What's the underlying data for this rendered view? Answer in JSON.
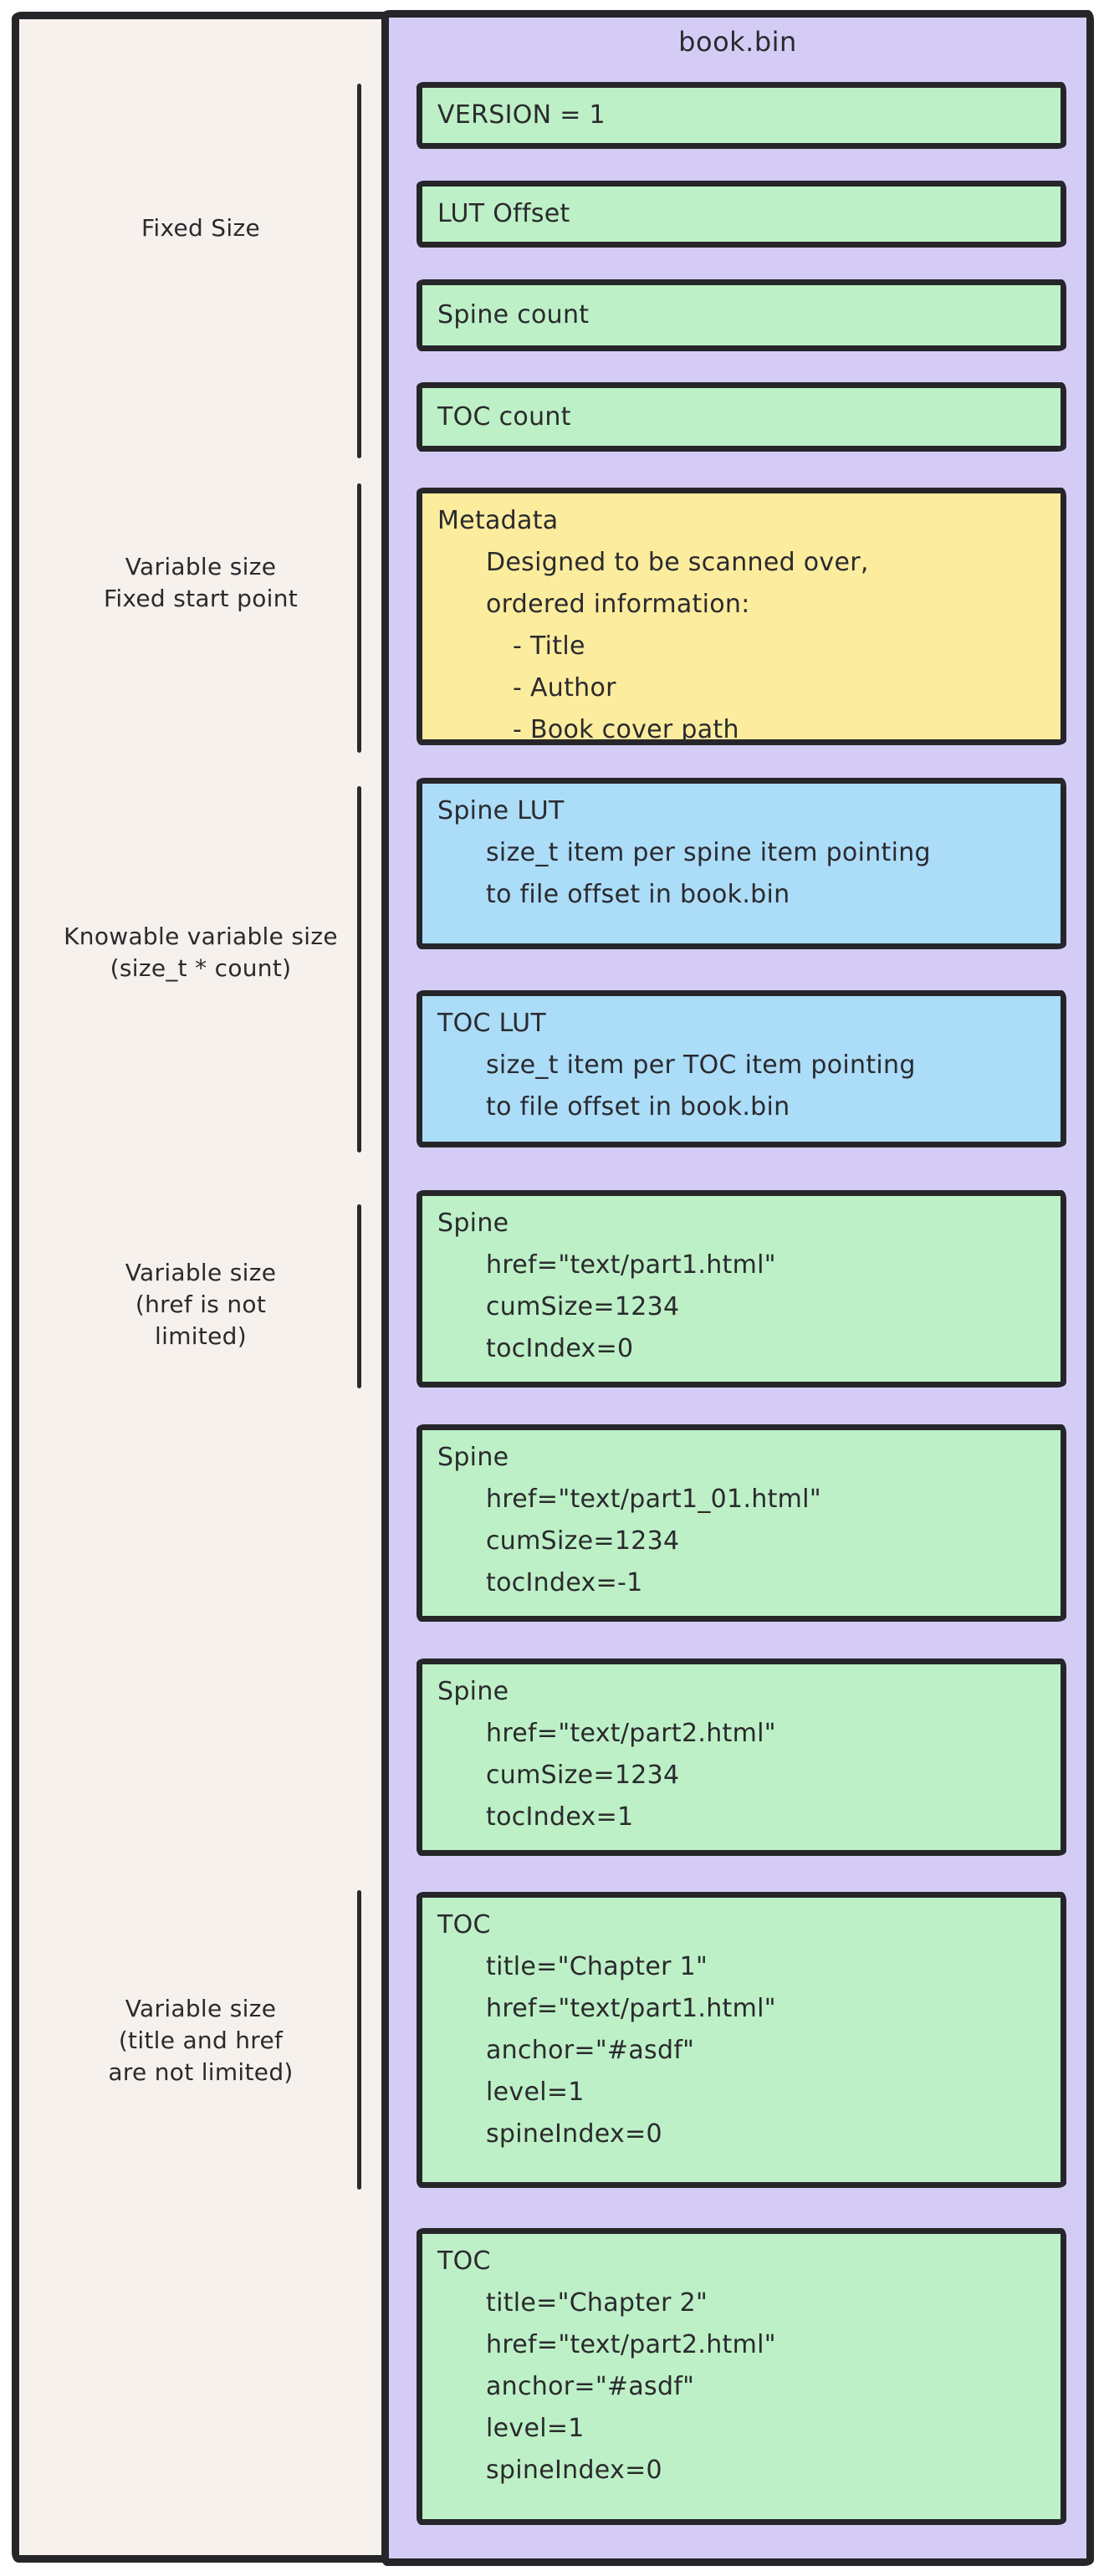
{
  "diagram": {
    "title": "book.bin"
  },
  "labels": {
    "fixed_size": {
      "lines": [
        "Fixed Size"
      ]
    },
    "variable_fixed_start": {
      "lines": [
        "Variable size",
        "Fixed start point"
      ]
    },
    "knowable_variable": {
      "lines": [
        "Knowable variable size",
        "(size_t * count)"
      ]
    },
    "variable_href": {
      "lines": [
        "Variable size",
        "(href is not",
        "limited)"
      ]
    },
    "variable_title_href": {
      "lines": [
        "Variable size",
        "(title and href",
        "are not limited)"
      ]
    }
  },
  "boxes": {
    "version": {
      "label": "VERSION = 1"
    },
    "lut_offset": {
      "label": "LUT Offset"
    },
    "spine_count": {
      "label": "Spine count"
    },
    "toc_count": {
      "label": "TOC count"
    },
    "metadata": {
      "title": "Metadata",
      "subs": [
        "Designed to be scanned over,",
        "ordered information:"
      ],
      "bullets": [
        "- Title",
        "- Author",
        "- Book cover path"
      ]
    },
    "spine_lut": {
      "title": "Spine LUT",
      "subs": [
        "size_t item per spine item pointing",
        "to file offset in book.bin"
      ]
    },
    "toc_lut": {
      "title": "TOC LUT",
      "subs": [
        "size_t item per TOC item pointing",
        "to file offset in book.bin"
      ]
    },
    "spine1": {
      "title": "Spine",
      "props": [
        "href=\"text/part1.html\"",
        "cumSize=1234",
        "tocIndex=0"
      ]
    },
    "spine2": {
      "title": "Spine",
      "props": [
        "href=\"text/part1_01.html\"",
        "cumSize=1234",
        "tocIndex=-1"
      ]
    },
    "spine3": {
      "title": "Spine",
      "props": [
        "href=\"text/part2.html\"",
        "cumSize=1234",
        "tocIndex=1"
      ]
    },
    "toc1": {
      "title": "TOC",
      "props": [
        "title=\"Chapter 1\"",
        "href=\"text/part1.html\"",
        "anchor=\"#asdf\"",
        "level=1",
        "spineIndex=0"
      ]
    },
    "toc2": {
      "title": "TOC",
      "props": [
        "title=\"Chapter 2\"",
        "href=\"text/part2.html\"",
        "anchor=\"#asdf\"",
        "level=1",
        "spineIndex=0"
      ]
    }
  },
  "colors": {
    "purple": "#d5ccf6",
    "green": "#bdf0c6",
    "yellow": "#fcec9e",
    "blue": "#abdcf8",
    "canvas": "#f6f1ec",
    "ink": "#2a2a2e",
    "border": "#26262a"
  }
}
